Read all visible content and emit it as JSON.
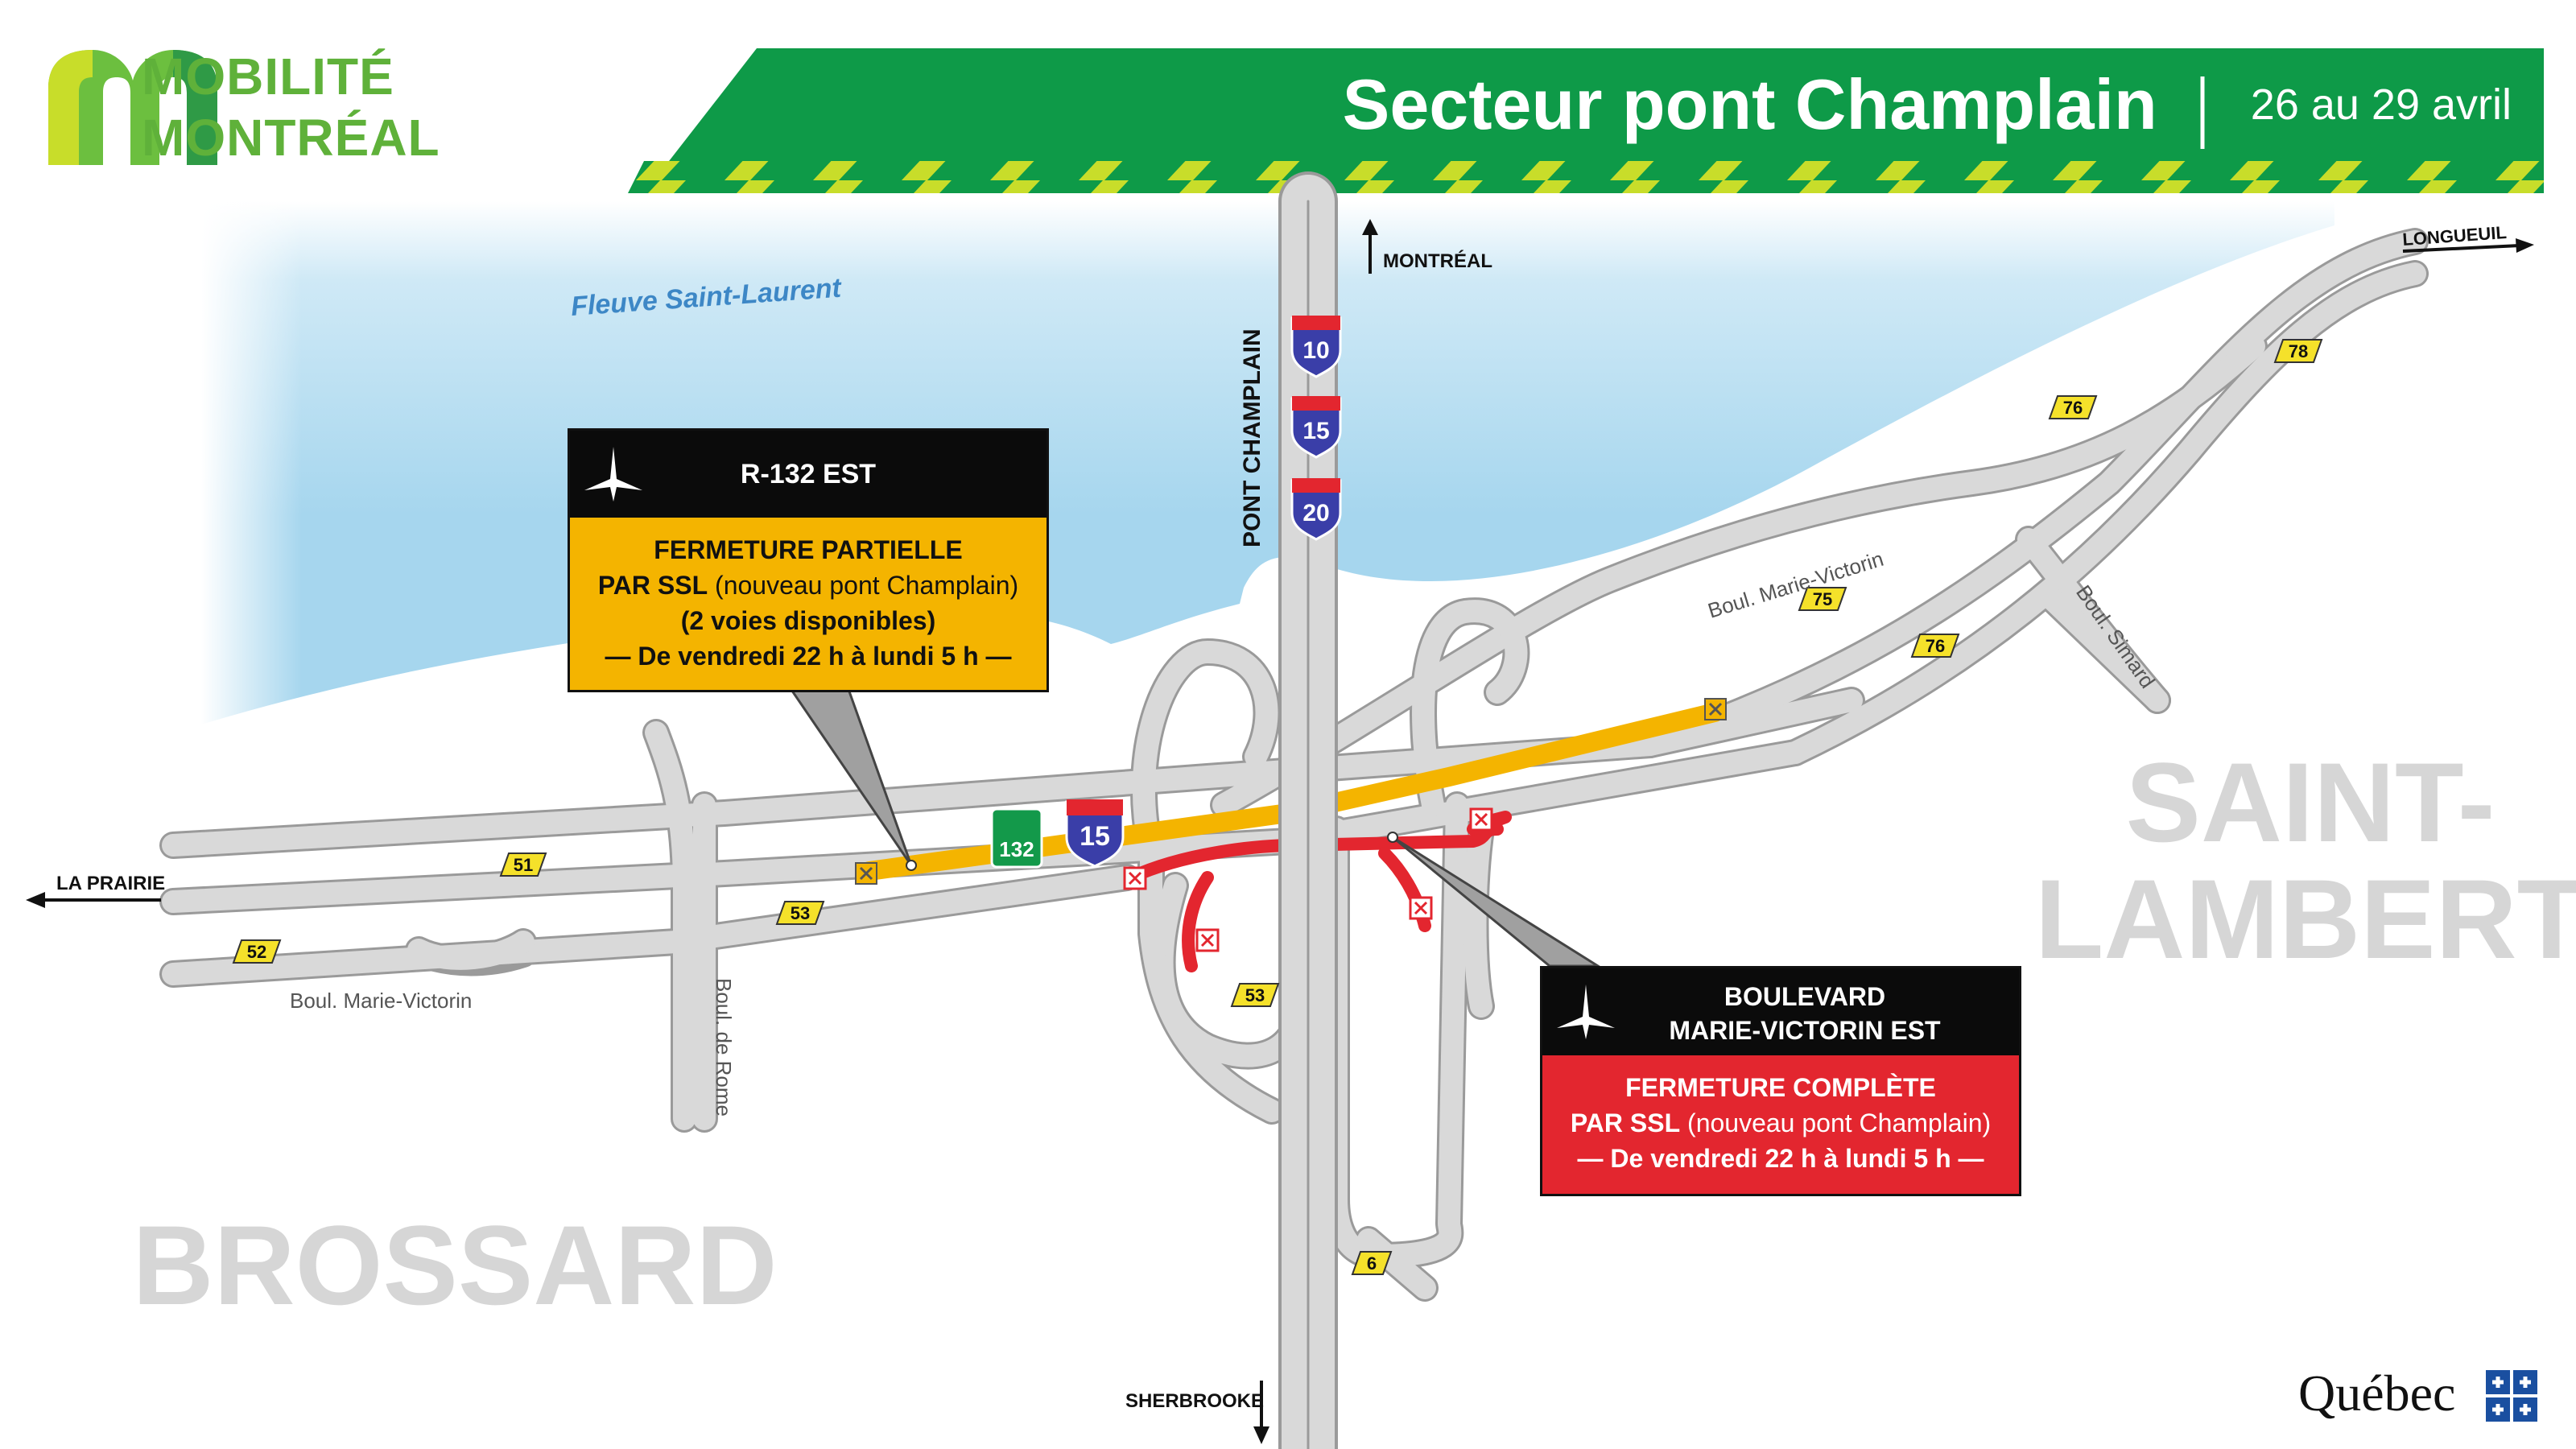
{
  "header": {
    "brand_line1": "MOBILITÉ",
    "brand_line2": "MONTRÉAL",
    "title": "Secteur pont Champlain",
    "dates": "26 au 29 avril",
    "colors": {
      "banner": "#0e9a48",
      "brand_green": "#6cbf3f",
      "stripe": "#c8dd2a"
    }
  },
  "map": {
    "water_label": "Fleuve Saint-Laurent",
    "bridge_label": "PONT CHAMPLAIN",
    "direction_montreal": "MONTRÉAL",
    "direction_longueuil": "LONGUEUIL",
    "direction_laprairie": "LA PRAIRIE",
    "direction_sherbrooke": "SHERBROOKE",
    "street_marie_victorin_west": "Boul. Marie-Victorin",
    "street_marie_victorin_east": "Boul. Marie-Victorin",
    "street_de_rome": "Boul. de Rome",
    "street_simard": "Boul. Simard",
    "city_saint_lambert_1": "SAINT-",
    "city_saint_lambert_2": "LAMBERT",
    "city_brossard": "BROSSARD",
    "shields": {
      "a10": "10",
      "a15_bridge": "15",
      "a20": "20",
      "a15_route": "15",
      "r132": "132"
    },
    "exits": {
      "e51": "51",
      "e52": "52",
      "e53_w": "53",
      "e53_c": "53",
      "e75": "75",
      "e76_a": "76",
      "e76_b": "76",
      "e78": "78",
      "e6": "6"
    },
    "colors": {
      "water": "#a8d8ef",
      "road": "#d9d9d9",
      "partial": "#f4b400",
      "closed": "#e3262f",
      "city_text": "#d6d6d6"
    }
  },
  "notice_partial": {
    "road": "R-132 EST",
    "status": "FERMETURE PARTIELLE",
    "by_bold": "PAR SSL",
    "by_rest": " (nouveau pont Champlain)",
    "lanes": "(2 voies disponibles)",
    "period": "— De vendredi 22 h à lundi 5 h —"
  },
  "notice_complete": {
    "road_line1": "BOULEVARD",
    "road_line2": "MARIE-VICTORIN EST",
    "status": "FERMETURE COMPLÈTE",
    "by_bold": "PAR SSL",
    "by_rest": " (nouveau pont Champlain)",
    "period": "— De vendredi 22 h à lundi 5 h —"
  },
  "footer": {
    "logo_text": "Québec"
  }
}
